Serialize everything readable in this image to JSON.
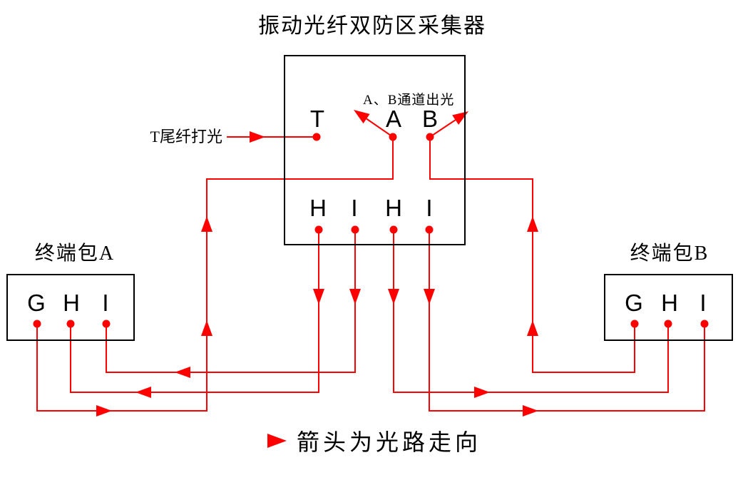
{
  "title": "振动光纤双防区采集器",
  "collector": {
    "t_port_label": "T尾纤打光",
    "ab_port_label": "A、B通道出光",
    "top_ports": [
      "T",
      "A",
      "B"
    ],
    "bottom_ports": [
      "H",
      "I",
      "H",
      "I"
    ]
  },
  "terminal_a": {
    "title": "终端包A",
    "ports": [
      "G",
      "H",
      "I"
    ]
  },
  "terminal_b": {
    "title": "终端包B",
    "ports": [
      "G",
      "H",
      "I"
    ]
  },
  "legend": {
    "text": "箭头为光路走向"
  },
  "colors": {
    "line": "#ff0000",
    "ink": "#000000",
    "background": "#ffffff"
  }
}
